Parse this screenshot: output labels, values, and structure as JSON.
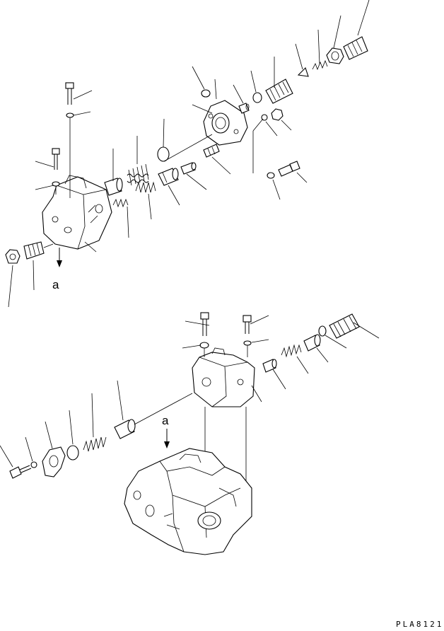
{
  "diagram": {
    "section_arrow_label_upper": "a",
    "section_arrow_label_lower": "a",
    "drawing_code": "PLA8121"
  }
}
